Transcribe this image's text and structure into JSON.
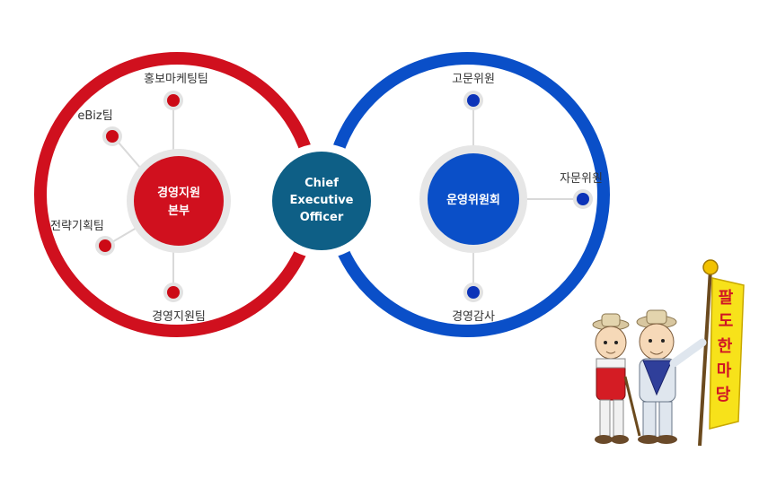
{
  "colors": {
    "left_ring": "#d0101e",
    "right_ring": "#0a4fc8",
    "center": "#0e5f86",
    "halo": "#e6e6e6",
    "label_text": "#333333",
    "dot_red": "#cc0a16",
    "dot_blue": "#0c33b8",
    "banner_yellow": "#f7e21a",
    "banner_text": "#d01424"
  },
  "center": {
    "line1": "Chief",
    "line2": "Executive",
    "line3": "Officer"
  },
  "left_hub": {
    "line1": "경영지원",
    "line2": "본부"
  },
  "right_hub": {
    "label": "운영위원회"
  },
  "left_teams": {
    "top": "홍보마케팅팀",
    "upper_left": "eBiz팀",
    "lower_left": "전략기획팀",
    "bottom": "경영지원팀"
  },
  "right_teams": {
    "top": "고문위원",
    "right": "자문위원",
    "bottom": "경영감사"
  },
  "mascot": {
    "banner_chars": [
      "팔",
      "도",
      "한",
      "마",
      "당"
    ],
    "icon": "two-mascots-with-banner-icon"
  }
}
